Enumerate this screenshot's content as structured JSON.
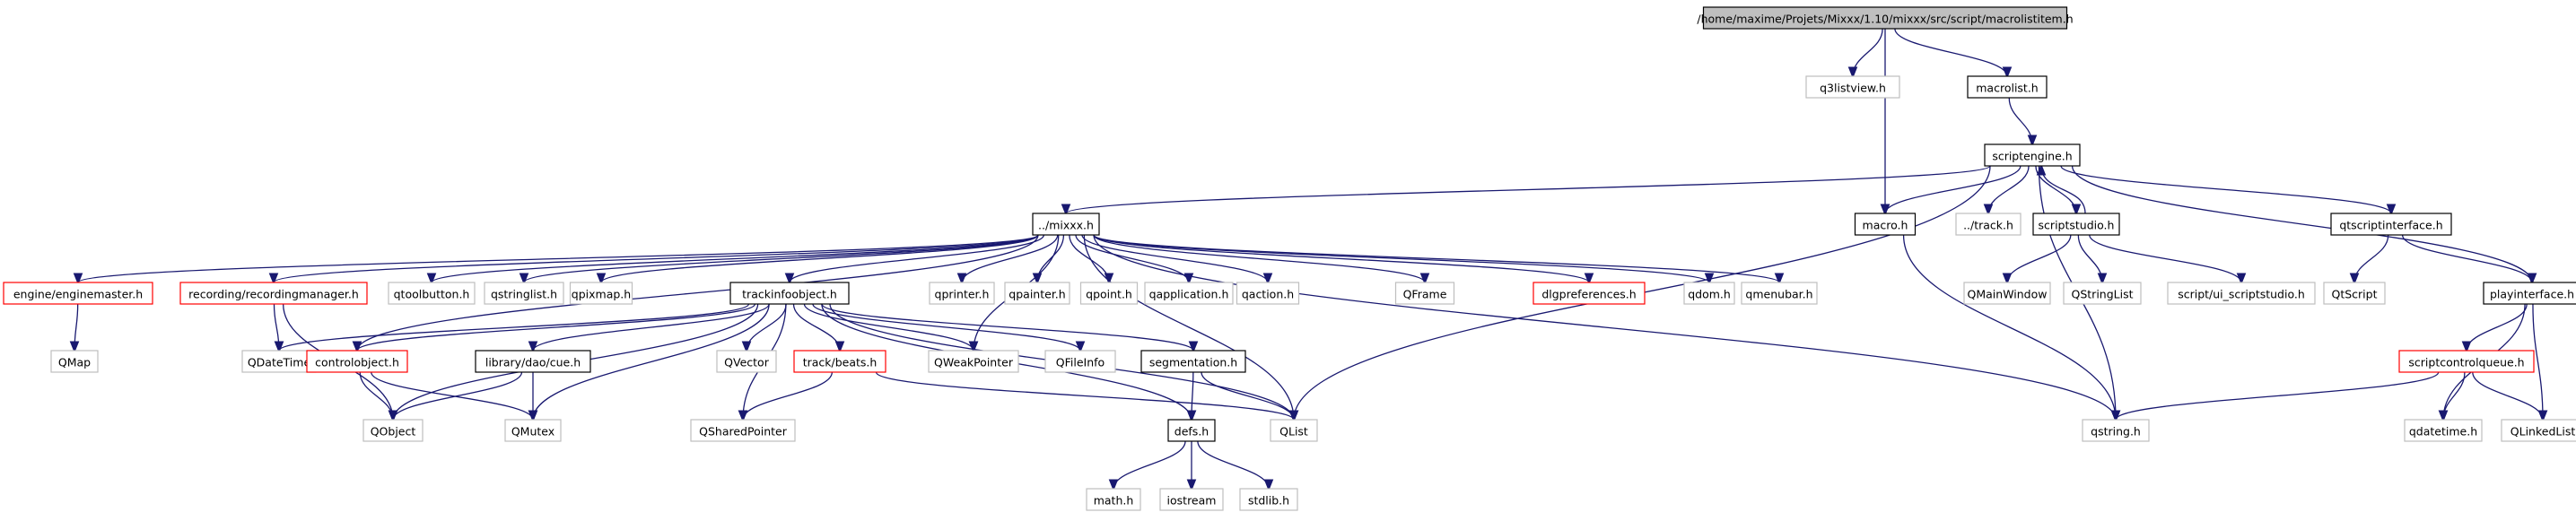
{
  "title": "/home/maxime/Projets/Mixxx/1.10/mixxx/src/script/macrolistitem.h",
  "colors": {
    "edge": "#191970",
    "root_fill": "#bfbfbf",
    "border_documented": "#000000",
    "border_undocumented": "#bfbfbf",
    "border_truncated": "#ff0000"
  },
  "nodes": [
    {
      "id": "root",
      "label": "/home/maxime/Projets/Mixxx/1.10/mixxx/src/script/macrolistitem.h",
      "kind": "root"
    },
    {
      "id": "q3listview",
      "label": "q3listview.h",
      "kind": "system"
    },
    {
      "id": "macrolist",
      "label": "macrolist.h",
      "kind": "documented"
    },
    {
      "id": "scriptengine",
      "label": "scriptengine.h",
      "kind": "documented"
    },
    {
      "id": "mixxx",
      "label": "../mixxx.h",
      "kind": "documented"
    },
    {
      "id": "macro",
      "label": "macro.h",
      "kind": "documented"
    },
    {
      "id": "track",
      "label": "../track.h",
      "kind": "system"
    },
    {
      "id": "scriptstudio",
      "label": "scriptstudio.h",
      "kind": "documented"
    },
    {
      "id": "qtscriptinterface",
      "label": "qtscriptinterface.h",
      "kind": "documented"
    },
    {
      "id": "playinterface",
      "label": "playinterface.h",
      "kind": "documented"
    },
    {
      "id": "enginemaster",
      "label": "engine/enginemaster.h",
      "kind": "truncated"
    },
    {
      "id": "recordingmanager",
      "label": "recording/recordingmanager.h",
      "kind": "truncated"
    },
    {
      "id": "qtoolbutton",
      "label": "qtoolbutton.h",
      "kind": "system"
    },
    {
      "id": "qstringlist_h",
      "label": "qstringlist.h",
      "kind": "system"
    },
    {
      "id": "qpixmap",
      "label": "qpixmap.h",
      "kind": "system"
    },
    {
      "id": "trackinfoobject",
      "label": "trackinfoobject.h",
      "kind": "documented"
    },
    {
      "id": "qprinter",
      "label": "qprinter.h",
      "kind": "system"
    },
    {
      "id": "qpainter",
      "label": "qpainter.h",
      "kind": "system"
    },
    {
      "id": "qpoint",
      "label": "qpoint.h",
      "kind": "system"
    },
    {
      "id": "qapplication",
      "label": "qapplication.h",
      "kind": "system"
    },
    {
      "id": "qaction",
      "label": "qaction.h",
      "kind": "system"
    },
    {
      "id": "QFrame",
      "label": "QFrame",
      "kind": "system"
    },
    {
      "id": "dlgpreferences",
      "label": "dlgpreferences.h",
      "kind": "truncated"
    },
    {
      "id": "qdom",
      "label": "qdom.h",
      "kind": "system"
    },
    {
      "id": "qmenubar",
      "label": "qmenubar.h",
      "kind": "system"
    },
    {
      "id": "QMainWindow",
      "label": "QMainWindow",
      "kind": "system"
    },
    {
      "id": "QStringList",
      "label": "QStringList",
      "kind": "system"
    },
    {
      "id": "ui_scriptstudio",
      "label": "script/ui_scriptstudio.h",
      "kind": "system"
    },
    {
      "id": "QtScript",
      "label": "QtScript",
      "kind": "system"
    },
    {
      "id": "QMap",
      "label": "QMap",
      "kind": "system"
    },
    {
      "id": "QDateTime",
      "label": "QDateTime",
      "kind": "system"
    },
    {
      "id": "controlobject",
      "label": "controlobject.h",
      "kind": "truncated"
    },
    {
      "id": "cue",
      "label": "library/dao/cue.h",
      "kind": "documented"
    },
    {
      "id": "QVector",
      "label": "QVector",
      "kind": "system"
    },
    {
      "id": "beats",
      "label": "track/beats.h",
      "kind": "truncated"
    },
    {
      "id": "QWeakPointer",
      "label": "QWeakPointer",
      "kind": "system"
    },
    {
      "id": "QFileInfo",
      "label": "QFileInfo",
      "kind": "system"
    },
    {
      "id": "segmentation",
      "label": "segmentation.h",
      "kind": "documented"
    },
    {
      "id": "scriptcontrolqueue",
      "label": "scriptcontrolqueue.h",
      "kind": "truncated"
    },
    {
      "id": "QObject",
      "label": "QObject",
      "kind": "system"
    },
    {
      "id": "QMutex",
      "label": "QMutex",
      "kind": "system"
    },
    {
      "id": "QSharedPointer",
      "label": "QSharedPointer",
      "kind": "system"
    },
    {
      "id": "defs",
      "label": "defs.h",
      "kind": "documented"
    },
    {
      "id": "QList",
      "label": "QList",
      "kind": "system"
    },
    {
      "id": "qstring",
      "label": "qstring.h",
      "kind": "system"
    },
    {
      "id": "qdatetime",
      "label": "qdatetime.h",
      "kind": "system"
    },
    {
      "id": "QLinkedList",
      "label": "QLinkedList",
      "kind": "system"
    },
    {
      "id": "math",
      "label": "math.h",
      "kind": "system"
    },
    {
      "id": "iostream",
      "label": "iostream",
      "kind": "system"
    },
    {
      "id": "stdlib",
      "label": "stdlib.h",
      "kind": "system"
    }
  ],
  "edges": [
    [
      "root",
      "q3listview"
    ],
    [
      "root",
      "macrolist"
    ],
    [
      "root",
      "macro"
    ],
    [
      "macrolist",
      "scriptengine"
    ],
    [
      "scriptengine",
      "mixxx"
    ],
    [
      "scriptengine",
      "macro"
    ],
    [
      "scriptengine",
      "track"
    ],
    [
      "scriptengine",
      "scriptstudio"
    ],
    [
      "scriptengine",
      "qtscriptinterface"
    ],
    [
      "scriptengine",
      "playinterface"
    ],
    [
      "scriptengine",
      "QList"
    ],
    [
      "scriptengine",
      "qstring"
    ],
    [
      "scriptstudio",
      "scriptengine"
    ],
    [
      "scriptstudio",
      "QMainWindow"
    ],
    [
      "scriptstudio",
      "QStringList"
    ],
    [
      "scriptstudio",
      "ui_scriptstudio"
    ],
    [
      "qtscriptinterface",
      "QtScript"
    ],
    [
      "qtscriptinterface",
      "playinterface"
    ],
    [
      "playinterface",
      "scriptcontrolqueue"
    ],
    [
      "playinterface",
      "qdatetime"
    ],
    [
      "playinterface",
      "QLinkedList"
    ],
    [
      "scriptcontrolqueue",
      "qstring"
    ],
    [
      "scriptcontrolqueue",
      "qdatetime"
    ],
    [
      "scriptcontrolqueue",
      "QLinkedList"
    ],
    [
      "macro",
      "qstring"
    ],
    [
      "mixxx",
      "enginemaster"
    ],
    [
      "mixxx",
      "recordingmanager"
    ],
    [
      "mixxx",
      "qtoolbutton"
    ],
    [
      "mixxx",
      "qstringlist_h"
    ],
    [
      "mixxx",
      "qpixmap"
    ],
    [
      "mixxx",
      "trackinfoobject"
    ],
    [
      "mixxx",
      "qprinter"
    ],
    [
      "mixxx",
      "qpainter"
    ],
    [
      "mixxx",
      "qpoint"
    ],
    [
      "mixxx",
      "qapplication"
    ],
    [
      "mixxx",
      "qaction"
    ],
    [
      "mixxx",
      "QFrame"
    ],
    [
      "mixxx",
      "dlgpreferences"
    ],
    [
      "mixxx",
      "qdom"
    ],
    [
      "mixxx",
      "qmenubar"
    ],
    [
      "mixxx",
      "controlobject"
    ],
    [
      "mixxx",
      "QList"
    ],
    [
      "mixxx",
      "qstring"
    ],
    [
      "mixxx",
      "QWeakPointer"
    ],
    [
      "enginemaster",
      "QMap"
    ],
    [
      "recordingmanager",
      "QDateTime"
    ],
    [
      "recordingmanager",
      "QObject"
    ],
    [
      "trackinfoobject",
      "QDateTime"
    ],
    [
      "trackinfoobject",
      "controlobject"
    ],
    [
      "trackinfoobject",
      "cue"
    ],
    [
      "trackinfoobject",
      "QVector"
    ],
    [
      "trackinfoobject",
      "beats"
    ],
    [
      "trackinfoobject",
      "QWeakPointer"
    ],
    [
      "trackinfoobject",
      "QFileInfo"
    ],
    [
      "trackinfoobject",
      "segmentation"
    ],
    [
      "trackinfoobject",
      "QObject"
    ],
    [
      "trackinfoobject",
      "QMutex"
    ],
    [
      "trackinfoobject",
      "QSharedPointer"
    ],
    [
      "trackinfoobject",
      "defs"
    ],
    [
      "trackinfoobject",
      "QList"
    ],
    [
      "controlobject",
      "QObject"
    ],
    [
      "controlobject",
      "QMutex"
    ],
    [
      "cue",
      "QObject"
    ],
    [
      "cue",
      "QMutex"
    ],
    [
      "beats",
      "QSharedPointer"
    ],
    [
      "beats",
      "QList"
    ],
    [
      "segmentation",
      "defs"
    ],
    [
      "segmentation",
      "QList"
    ],
    [
      "defs",
      "math"
    ],
    [
      "defs",
      "iostream"
    ],
    [
      "defs",
      "stdlib"
    ]
  ]
}
